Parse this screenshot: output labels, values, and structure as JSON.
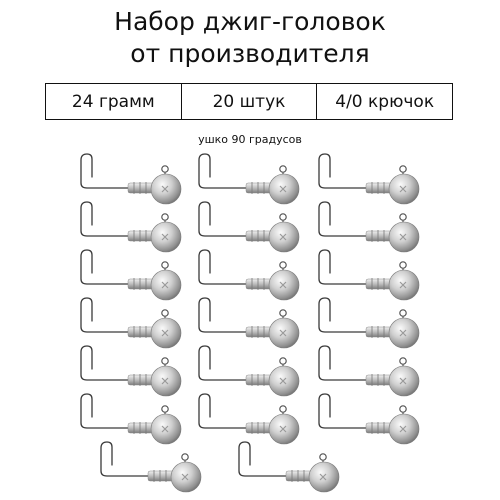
{
  "title": {
    "line1": "Набор джиг-головок",
    "line2": "от производителя"
  },
  "specs": [
    {
      "label": "24 грамм"
    },
    {
      "label": "20 штук"
    },
    {
      "label": "4/0 крючок"
    }
  ],
  "caption": "ушко 90 градусов",
  "product": {
    "item_count": 20,
    "metal_color": "#c9c9c9",
    "hook_color": "#3a3a3a"
  }
}
